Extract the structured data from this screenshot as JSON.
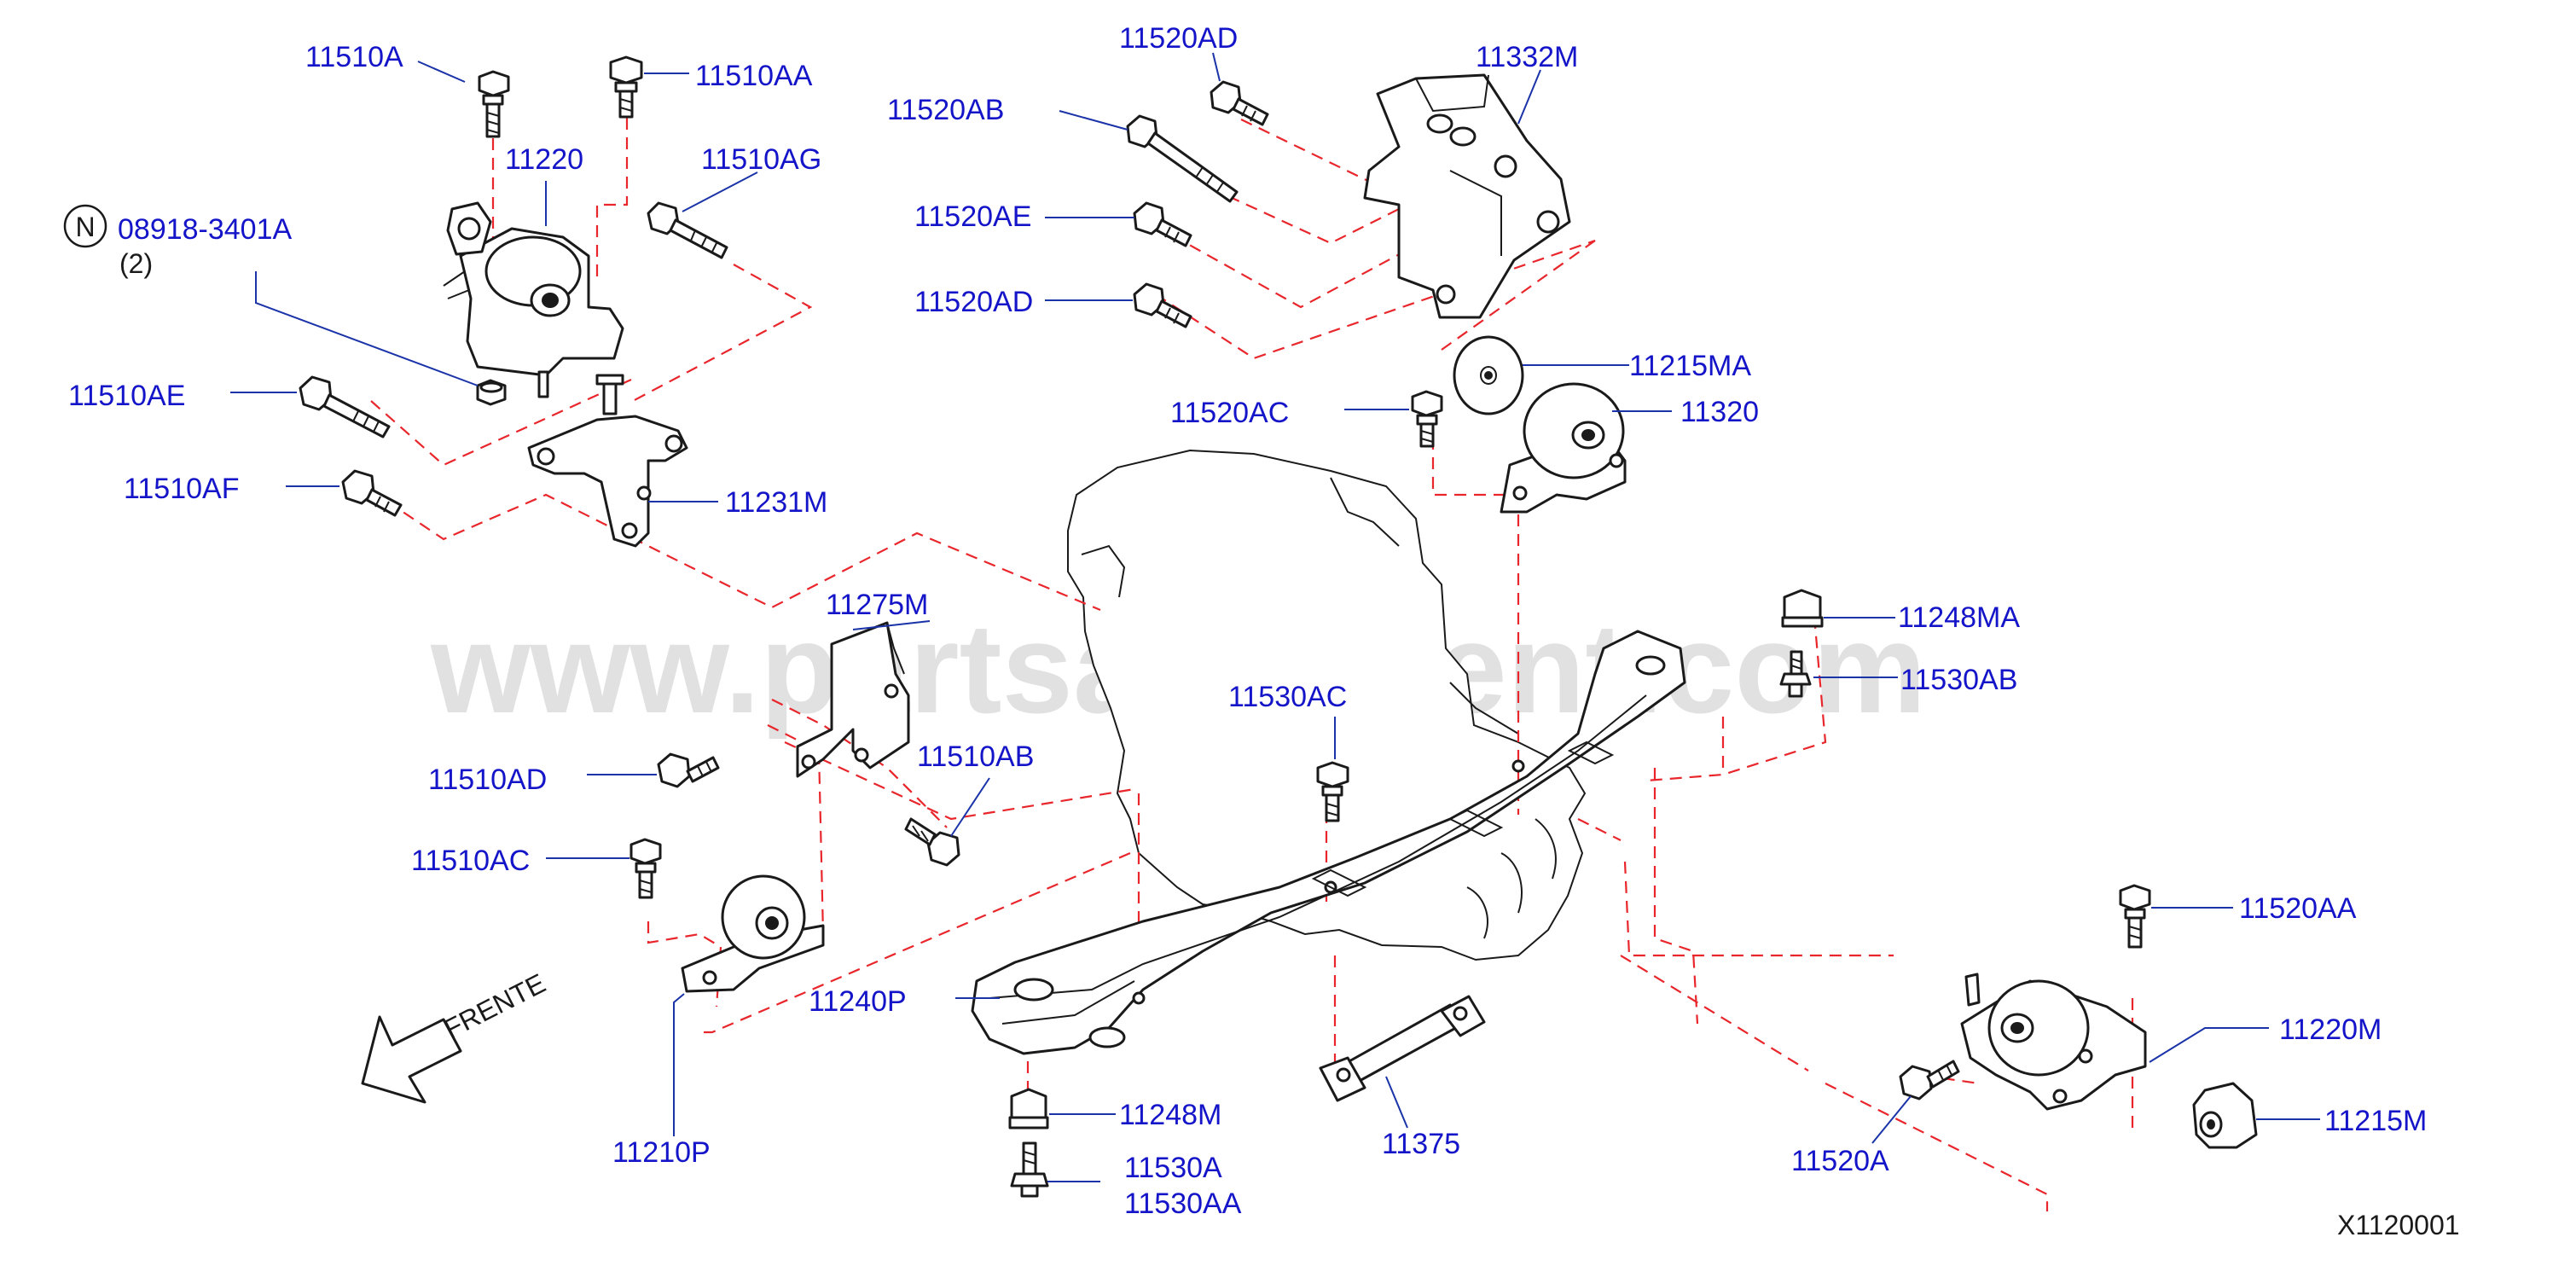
{
  "colors": {
    "callout_text": "#1414c8",
    "leader": "#1a33a8",
    "assembly_dash": "#e8262b",
    "part_outline": "#1a1a1a",
    "watermark": "#c9c9c9",
    "background": "#ffffff"
  },
  "watermark": "www.partsassistent.com",
  "diagram_code": "X1120001",
  "direction_label": "FRENTE",
  "note_symbol": "N",
  "note_quantity": "(2)",
  "labels": {
    "p11510A": "11510A",
    "p11510AA": "11510AA",
    "p11220": "11220",
    "p11510AG": "11510AG",
    "p08918": "08918-3401A",
    "p11510AE": "11510AE",
    "p11510AF": "11510AF",
    "p11231M": "11231M",
    "p11520AD_top": "11520AD",
    "p11332M": "11332M",
    "p11520AB": "11520AB",
    "p11520AE": "11520AE",
    "p11520AD_mid": "11520AD",
    "p11215MA": "11215MA",
    "p11520AC": "11520AC",
    "p11320": "11320",
    "p11275M": "11275M",
    "p11248MA": "11248MA",
    "p11530AB": "11530AB",
    "p11530AC": "11530AC",
    "p11510AB": "11510AB",
    "p11510AD": "11510AD",
    "p11510AC": "11510AC",
    "p11520AA": "11520AA",
    "p11220M": "11220M",
    "p11240P": "11240P",
    "p11248M": "11248M",
    "p11375": "11375",
    "p11215M": "11215M",
    "p11530A": "11530A",
    "p11530AA": "11530AA",
    "p11520A": "11520A",
    "p11210P": "11210P"
  }
}
